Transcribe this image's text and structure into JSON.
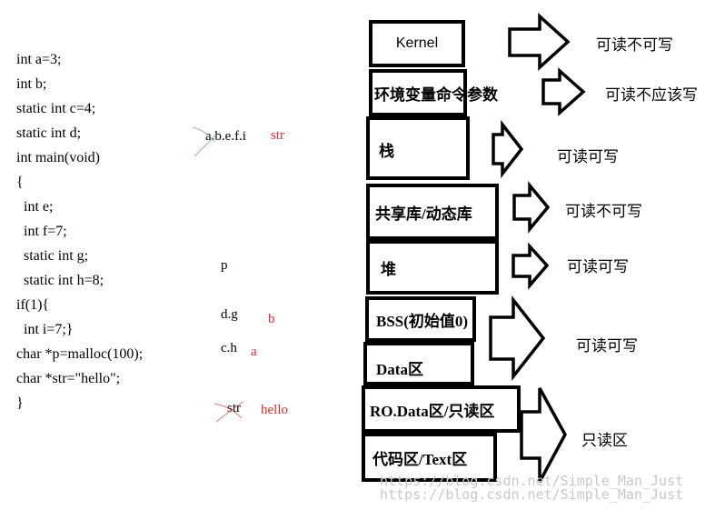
{
  "code_lines": [
    "int a=3;",
    "int b;",
    "static int c=4;",
    "static int d;",
    "int main(void)",
    "{",
    "  int e;",
    "  int f=7;",
    "  static int g;",
    "  static int h=8;",
    "if(1){",
    "  int i=7;}",
    "char *p=malloc(100);",
    "char *str=\"hello\";",
    "}"
  ],
  "annotations": {
    "stack_vars": "a.b.e.f.i",
    "stack_ptr": "str",
    "heap_var": "p",
    "bss_vars": "d.g",
    "bss_extra": "b",
    "data_vars": "c.h",
    "data_extra": "a",
    "ro_var": "str",
    "ro_value": "hello"
  },
  "segments": {
    "kernel": "Kernel",
    "env": "环境变量命令参数",
    "stack": "栈",
    "shared": "共享库/动态库",
    "heap": "堆",
    "bss": "BSS(初始值0)",
    "data": "Data区",
    "rodata": "RO.Data区/只读区",
    "text": "代码区/Text区"
  },
  "permissions": {
    "kernel": "可读不可写",
    "env": "可读不应该写",
    "stack": "可读可写",
    "shared": "可读不可写",
    "heap": "可读可写",
    "bss_data": "可读可写",
    "ro_text": "只读区"
  },
  "colors": {
    "annotation_red": "#e0282c",
    "watermark": "#c8c8c8"
  },
  "watermark": "https://blog.csdn.net/Simple_Man_Just"
}
